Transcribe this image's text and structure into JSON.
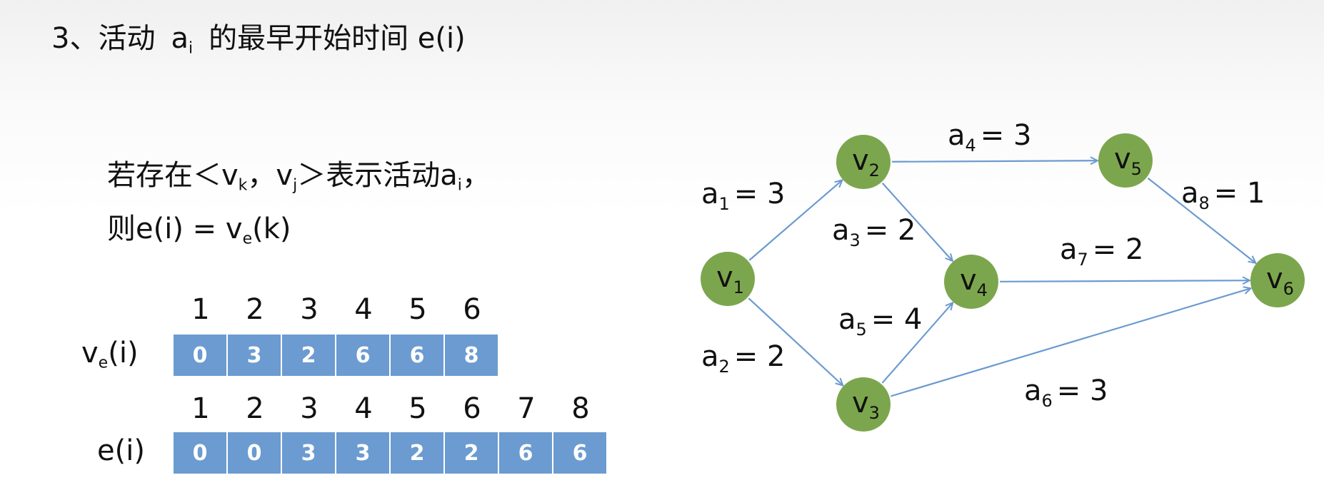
{
  "title": {
    "prefix": "3、活动",
    "activity_sym": "a",
    "activity_sub": "i",
    "suffix": "的最早开始时间 e(i)"
  },
  "formula": {
    "line1_prefix": "若存在＜v",
    "line1_k": "k",
    "line1_mid": "，v",
    "line1_j": "j",
    "line1_suffix": "＞表示活动a",
    "line1_i": "i",
    "line1_end": "，",
    "line2_prefix": "则e(i) = v",
    "line2_e": "e",
    "line2_suffix": "(k)"
  },
  "ve_table": {
    "label_main": "v",
    "label_sub": "e",
    "label_end": "(i)",
    "indices": [
      "1",
      "2",
      "3",
      "4",
      "5",
      "6"
    ],
    "values": [
      "0",
      "3",
      "2",
      "6",
      "6",
      "8"
    ]
  },
  "e_table": {
    "label": "e(i)",
    "indices": [
      "1",
      "2",
      "3",
      "4",
      "5",
      "6",
      "7",
      "8"
    ],
    "values": [
      "0",
      "0",
      "3",
      "3",
      "2",
      "2",
      "6",
      "6"
    ]
  },
  "graph": {
    "colors": {
      "node": "#7ca64d",
      "edge": "#6b9bd0",
      "cell": "#6b9bd0"
    },
    "nodes": [
      {
        "id": "v1",
        "letter": "v",
        "sub": "1"
      },
      {
        "id": "v2",
        "letter": "v",
        "sub": "2"
      },
      {
        "id": "v3",
        "letter": "v",
        "sub": "3"
      },
      {
        "id": "v4",
        "letter": "v",
        "sub": "4"
      },
      {
        "id": "v5",
        "letter": "v",
        "sub": "5"
      },
      {
        "id": "v6",
        "letter": "v",
        "sub": "6"
      }
    ],
    "edges": [
      {
        "from": "v1",
        "to": "v2",
        "letter": "a",
        "sub": "1",
        "value": "= 3"
      },
      {
        "from": "v1",
        "to": "v3",
        "letter": "a",
        "sub": "2",
        "value": "= 2"
      },
      {
        "from": "v2",
        "to": "v4",
        "letter": "a",
        "sub": "3",
        "value": "= 2"
      },
      {
        "from": "v2",
        "to": "v5",
        "letter": "a",
        "sub": "4",
        "value": "= 3"
      },
      {
        "from": "v3",
        "to": "v4",
        "letter": "a",
        "sub": "5",
        "value": "= 4"
      },
      {
        "from": "v3",
        "to": "v6",
        "letter": "a",
        "sub": "6",
        "value": "= 3"
      },
      {
        "from": "v4",
        "to": "v6",
        "letter": "a",
        "sub": "7",
        "value": "= 2"
      },
      {
        "from": "v5",
        "to": "v6",
        "letter": "a",
        "sub": "8",
        "value": "= 1"
      }
    ]
  }
}
